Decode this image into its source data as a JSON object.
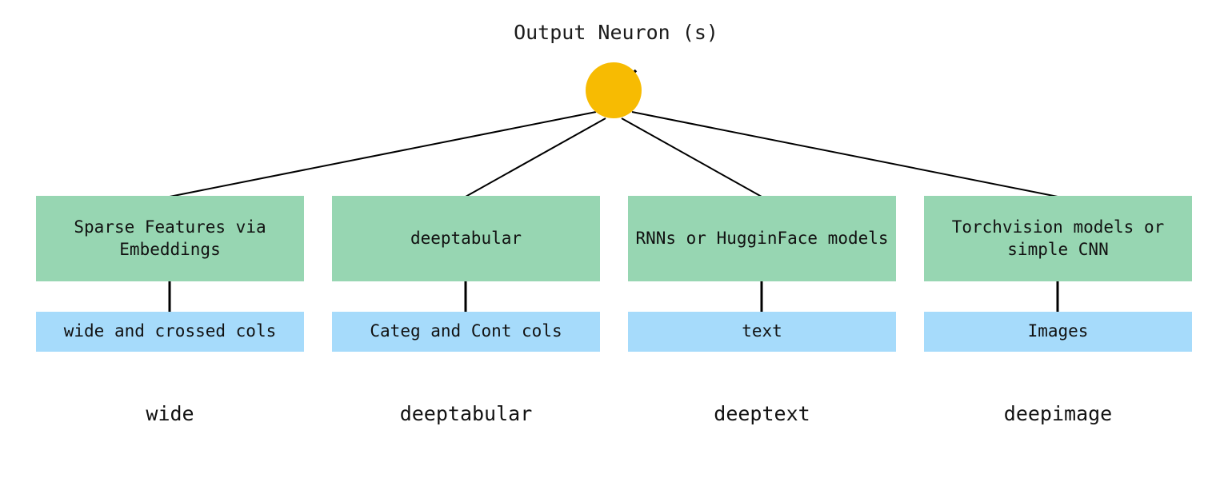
{
  "diagram": {
    "title": "Output Neuron (s)",
    "output_neuron": {
      "name": "output-neuron",
      "activation_symbol": "relu",
      "fill_color": "#f7bb02"
    },
    "colors": {
      "model_box": "#97d6b2",
      "data_box": "#a6dbfb",
      "neuron": "#f7bb02",
      "edge": "#000000",
      "background": "#ffffff"
    },
    "columns": [
      {
        "key": "wide",
        "model_label": "Sparse Features via Embeddings",
        "data_label": "wide and crossed cols",
        "component_label": "wide"
      },
      {
        "key": "deeptabular",
        "model_label": "deeptabular",
        "data_label": "Categ and Cont cols",
        "component_label": "deeptabular"
      },
      {
        "key": "deeptext",
        "model_label": "RNNs or HugginFace models",
        "data_label": "text",
        "component_label": "deeptext"
      },
      {
        "key": "deepimage",
        "model_label": "Torchvision models or simple CNN",
        "data_label": "Images",
        "component_label": "deepimage"
      }
    ]
  }
}
